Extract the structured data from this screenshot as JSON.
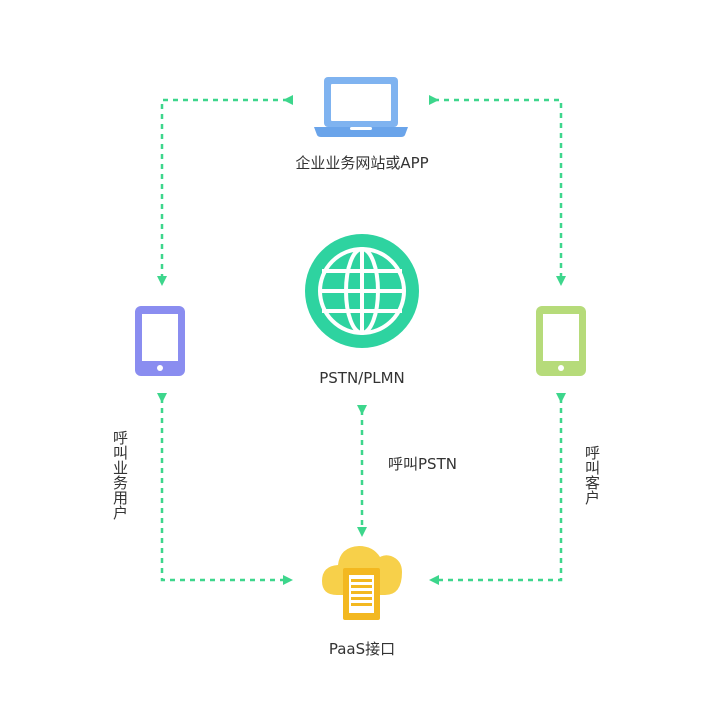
{
  "nodes": {
    "website": {
      "label": "企业业务网站或APP",
      "icon": "laptop-icon"
    },
    "network": {
      "label": "PSTN/PLMN",
      "icon": "globe-icon"
    },
    "business_user": {
      "icon": "tablet-icon"
    },
    "customer": {
      "icon": "phone-icon"
    },
    "paas": {
      "label": "PaaS接口",
      "icon": "cloud-server-icon"
    }
  },
  "edges": {
    "center_label": "呼叫PSTN",
    "left_label": "呼叫业务用户",
    "right_label": "呼叫客户"
  },
  "colors": {
    "arrow": "#3dd68c",
    "laptop": "#7fb3f0",
    "laptop_base": "#6aa4ea",
    "globe": "#2ed3a0",
    "tablet": "#8a8df0",
    "phone": "#b6db7a",
    "cloud": "#f7d04a",
    "doc": "#f3b820"
  }
}
